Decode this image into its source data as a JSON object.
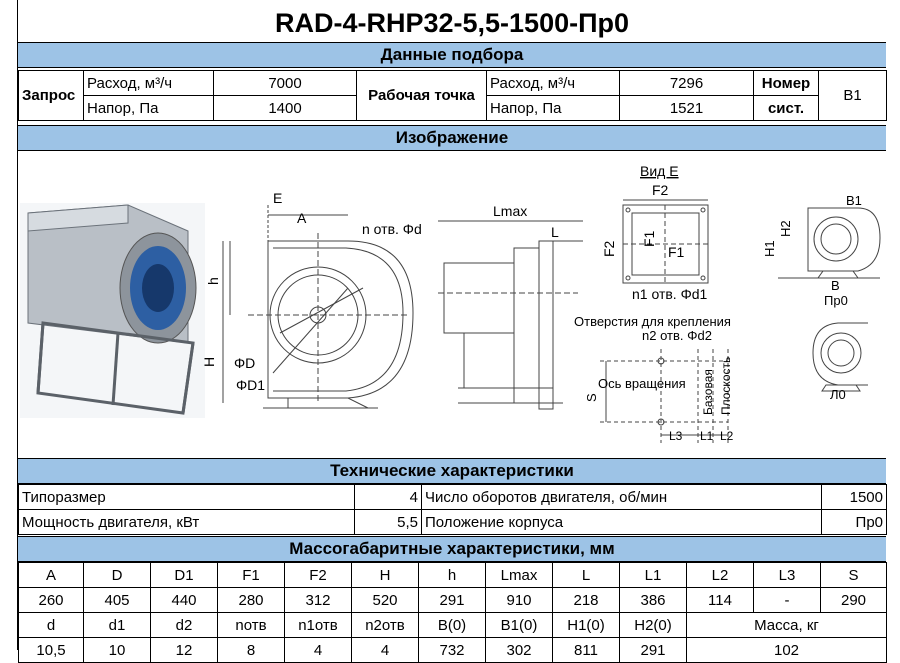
{
  "title": "RAD-4-RHP32-5,5-1500-Пр0",
  "selection": {
    "header": "Данные подбора",
    "request_label": "Запрос",
    "req_flow_label": "Расход, м³/ч",
    "req_flow_value": "7000",
    "req_pressure_label": "Напор, Па",
    "req_pressure_value": "1400",
    "work_point_label": "Рабочая точка",
    "wp_flow_label": "Расход, м³/ч",
    "wp_flow_value": "7296",
    "wp_pressure_label": "Напор, Па",
    "wp_pressure_value": "1521",
    "system_label_1": "Номер",
    "system_label_2": "сист.",
    "system_value": "В1"
  },
  "image_section": {
    "header": "Изображение",
    "labels": {
      "E": "E",
      "A": "A",
      "n_holes": "n отв. Φd",
      "Lmax": "Lmax",
      "L": "L",
      "h": "h",
      "H": "H",
      "D": "ΦD",
      "D1": "ΦD1",
      "view_e": "Вид E",
      "F2_top": "F2",
      "F2_side": "F2",
      "F1_a": "F1",
      "F1_b": "F1",
      "n1": "n1 отв. Φd1",
      "mount_1": "Отверстия для крепления",
      "mount_2": "n2 отв. Φd2",
      "S": "S",
      "axis": "Ось вращения",
      "base": "Базовая",
      "plane": "Плоскость",
      "L3": "L3",
      "L1": "L1",
      "L2": "L2",
      "H1": "H1",
      "H2": "H2",
      "B1": "B1",
      "B": "B",
      "pr0": "Пр0",
      "l0": "Л0"
    }
  },
  "tech": {
    "header": "Технические характеристики",
    "size_label": "Типоразмер",
    "size_value": "4",
    "rpm_label": "Число оборотов двигателя, об/мин",
    "rpm_value": "1500",
    "power_label": "Мощность двигателя, кВт",
    "power_value": "5,5",
    "position_label": "Положение корпуса",
    "position_value": "Пр0"
  },
  "dims": {
    "header": "Массогабаритные характеристики, мм",
    "row1_head": [
      "A",
      "D",
      "D1",
      "F1",
      "F2",
      "H",
      "h",
      "Lmax",
      "L",
      "L1",
      "L2",
      "L3",
      "S"
    ],
    "row1_vals": [
      "260",
      "405",
      "440",
      "280",
      "312",
      "520",
      "291",
      "910",
      "218",
      "386",
      "114",
      "-",
      "290"
    ],
    "row2_head": [
      "d",
      "d1",
      "d2",
      "nотв",
      "n1отв",
      "n2отв",
      "B(0)",
      "B1(0)",
      "H1(0)",
      "H2(0)"
    ],
    "mass_label": "Масса, кг",
    "row2_vals": [
      "10,5",
      "10",
      "12",
      "8",
      "4",
      "4",
      "732",
      "302",
      "811",
      "291"
    ],
    "mass_value": "102"
  }
}
